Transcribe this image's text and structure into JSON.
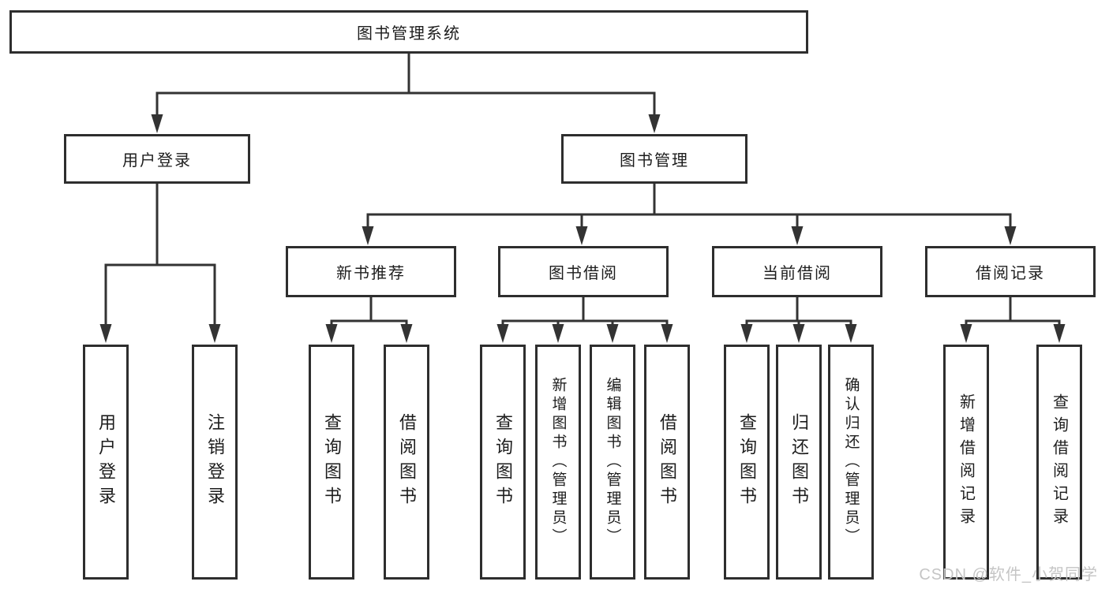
{
  "tree": {
    "root": "图书管理系统",
    "branches": [
      {
        "label": "用户登录",
        "children": [
          {
            "label": "用户登录"
          },
          {
            "label": "注销登录"
          }
        ]
      },
      {
        "label": "图书管理",
        "children": [
          {
            "label": "新书推荐",
            "children": [
              {
                "label": "查询图书"
              },
              {
                "label": "借阅图书"
              }
            ]
          },
          {
            "label": "图书借阅",
            "children": [
              {
                "label": "查询图书"
              },
              {
                "label": "新增图书（管理员）"
              },
              {
                "label": "编辑图书（管理员）"
              },
              {
                "label": "借阅图书"
              }
            ]
          },
          {
            "label": "当前借阅",
            "children": [
              {
                "label": "查询图书"
              },
              {
                "label": "归还图书"
              },
              {
                "label": "确认归还（管理员）"
              }
            ]
          },
          {
            "label": "借阅记录",
            "children": [
              {
                "label": "新增借阅记录"
              },
              {
                "label": "查询借阅记录"
              }
            ]
          }
        ]
      }
    ]
  },
  "watermark": {
    "text": "CSDN @软件_小贺同学"
  },
  "colors": {
    "line": "#333333",
    "box_border": "#2e2e2e",
    "text": "#1d1d1d",
    "watermark": "#c5c5c5",
    "background": "#ffffff"
  }
}
